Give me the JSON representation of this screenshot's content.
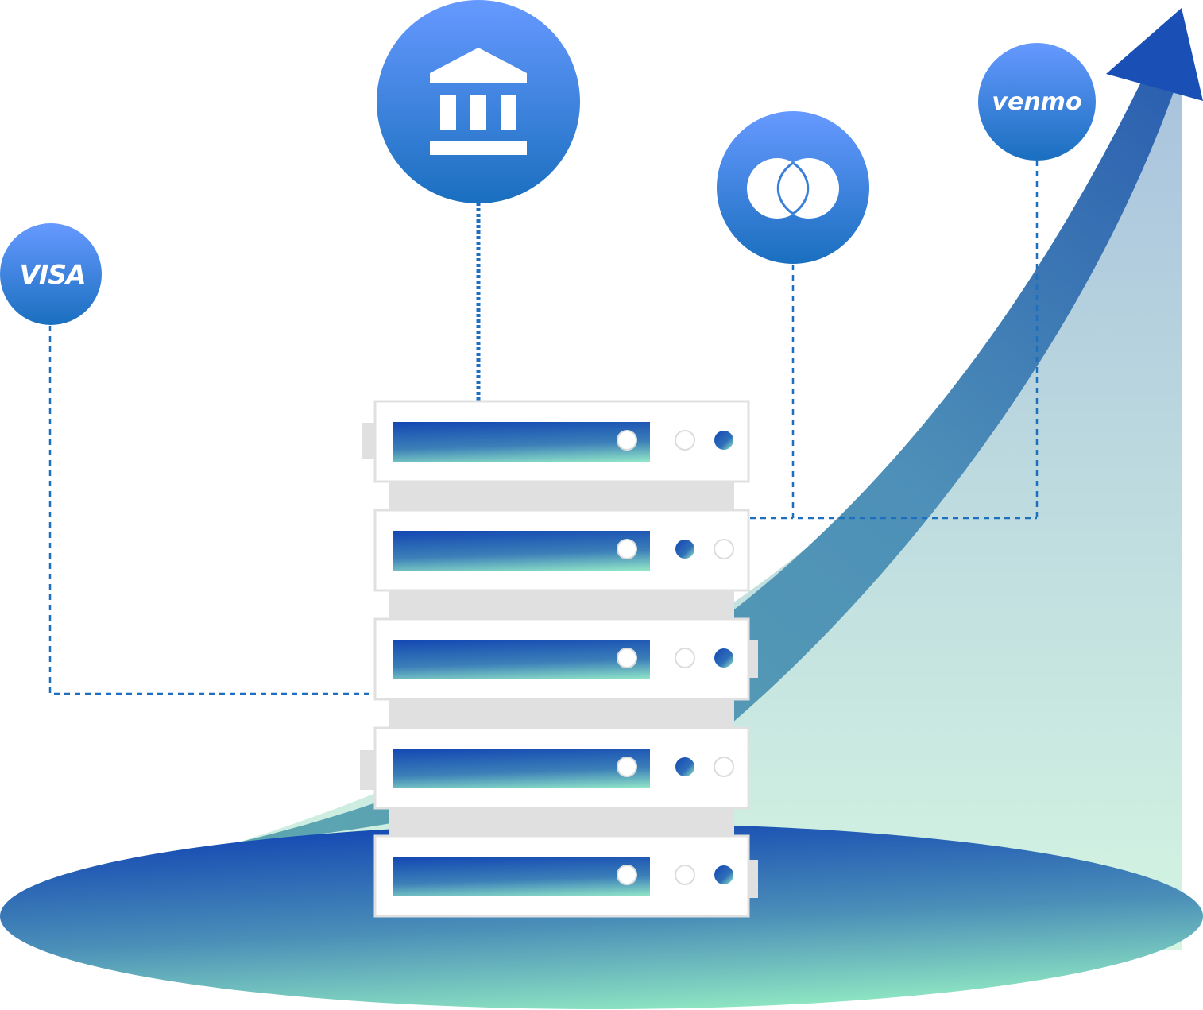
{
  "illustration": {
    "colors": {
      "icon_top": "#6699ff",
      "icon_bottom": "#1a6fbf",
      "ellipse_top": "#1347b3",
      "ellipse_bottom": "#8ee6c2",
      "area_top": "#a9c3dd",
      "area_bottom": "#d4f5e2",
      "arrow_start": "#5da6b0",
      "arrow_end": "#2b5fb0",
      "arrow_head": "#1a4fb5",
      "connector": "#1f6fbf",
      "server_fill": "#ffffff",
      "server_border": "#e0e0e0",
      "server_spacer": "#e0e0e0"
    },
    "payment_methods": [
      {
        "name": "visa-badge",
        "label": "VISA",
        "icon": "visa-logo"
      },
      {
        "name": "bank-badge",
        "label": "",
        "icon": "bank-icon"
      },
      {
        "name": "mastercard-badge",
        "label": "",
        "icon": "mastercard-icon"
      },
      {
        "name": "venmo-badge",
        "label": "venmo",
        "icon": "venmo-logo"
      }
    ],
    "server_units": [
      {
        "name": "server-unit-1",
        "leds": [
          "off",
          "on"
        ]
      },
      {
        "name": "server-unit-2",
        "leds": [
          "on",
          "off"
        ]
      },
      {
        "name": "server-unit-3",
        "leds": [
          "off",
          "on"
        ]
      },
      {
        "name": "server-unit-4",
        "leds": [
          "on",
          "off"
        ]
      },
      {
        "name": "server-unit-5",
        "leds": [
          "off",
          "on"
        ]
      }
    ]
  }
}
